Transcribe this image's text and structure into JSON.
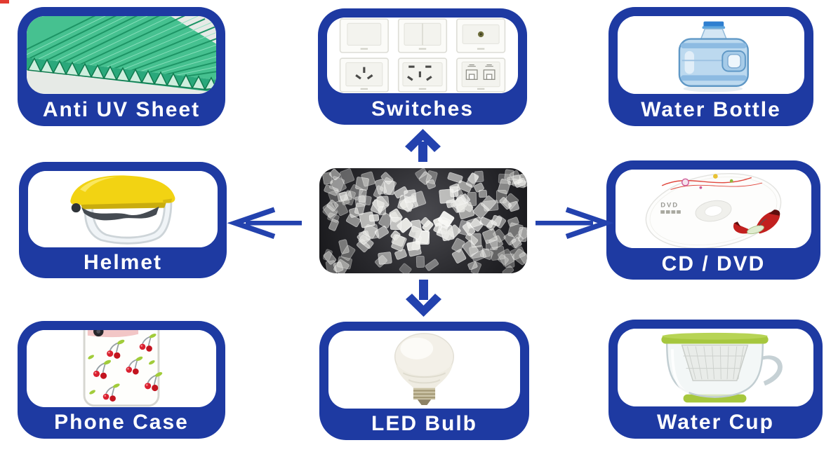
{
  "page": {
    "background": "#ffffff",
    "card_blue": "#1e3aa2",
    "arrow_blue": "#2342ae",
    "label_text_color": "#ffffff"
  },
  "diagram": {
    "cards": [
      {
        "id": "anti-uv-sheet",
        "label": "Anti UV Sheet"
      },
      {
        "id": "switches",
        "label": "Switches"
      },
      {
        "id": "water-bottle",
        "label": "Water Bottle"
      },
      {
        "id": "helmet",
        "label": "Helmet"
      },
      {
        "id": "cd-dvd",
        "label": "CD / DVD"
      },
      {
        "id": "phone-case",
        "label": "Phone Case"
      },
      {
        "id": "led-bulb",
        "label": "LED Bulb"
      },
      {
        "id": "water-cup",
        "label": "Water Cup"
      }
    ],
    "cd_print_text": "DVD"
  }
}
